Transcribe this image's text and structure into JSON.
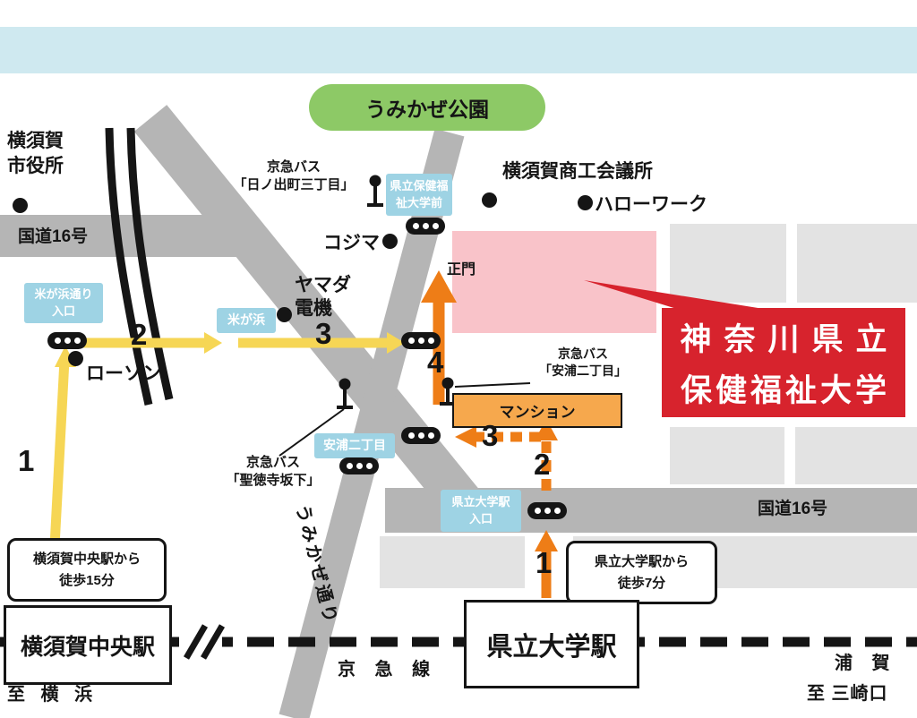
{
  "colors": {
    "sea": "#cfe9f0",
    "park_green": "#8dc966",
    "road_gray": "#b5b5b5",
    "block_gray": "#e3e3e3",
    "campus_pink": "#f9c3c9",
    "university_red": "#d7232d",
    "label_blue": "#9ed3e4",
    "route_yellow": "#f6d655",
    "route_orange": "#ee7d17",
    "mansion_orange": "#f6a84d"
  },
  "labels": {
    "park": "うみかぜ公園",
    "city_hall": "横須賀\n市役所",
    "route16_left": "国道16号",
    "route16_right": "国道16号",
    "bus_hinode": "京急バス\n「日ノ出町三丁目」",
    "busstop_univ": "県立保健福\n祉大学前",
    "chamber": "横須賀商工会議所",
    "hellowork": "ハローワーク",
    "kojima": "コジマ",
    "yamada": "ヤマダ\n電機",
    "main_gate": "正門",
    "komegahama_entrance": "米が浜通り\n入口",
    "komegahama": "米が浜",
    "lawson": "ローソン",
    "bus_yasuura": "京急バス\n「安浦二丁目」",
    "mansion": "マンション",
    "yasuura": "安浦二丁目",
    "bus_shotokuji": "京急バス\n「聖徳寺坂下」",
    "umikaze_street": "うみかぜ通り",
    "kenritsu_entrance": "県立大学駅\n入口",
    "walk15": "横須賀中央駅から\n徒歩15分",
    "walk7": "県立大学駅から\n徒歩7分",
    "station_yokosuka_chuo": "横須賀中央駅",
    "station_kenritsu_daigaku": "県立大学駅",
    "keikyu_line": "京 急 線",
    "to_yokohama": "至 横 浜",
    "uraga": "浦 賀",
    "to_misakiguchi": "至 三崎口",
    "university_line1": "神奈川県立",
    "university_line2": "保健福祉大学"
  },
  "route_numbers": {
    "yellow_1": "1",
    "yellow_2": "2",
    "yellow_3": "3",
    "shared_4": "4",
    "orange_1": "1",
    "orange_2": "2",
    "orange_3": "3"
  }
}
